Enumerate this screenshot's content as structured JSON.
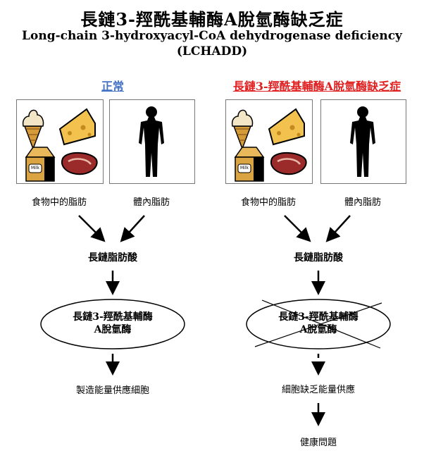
{
  "title": {
    "zh": "長鏈3-羥酰基輔酶A脫氫酶缺乏症",
    "en_line1": "Long-chain 3-hydroxyacyl-CoA dehydrogenase deficiency",
    "en_line2": "(LCHADD)"
  },
  "normal": {
    "heading": "正常",
    "food_label": "食物中的脂肪",
    "body_label": "體內脂肪",
    "fatty_acid": "長鏈脂肪酸",
    "enzyme_line1": "長鏈3-羥酰基輔酶",
    "enzyme_line2": "A脫氫酶",
    "result": "製造能量供應細胞"
  },
  "disease": {
    "heading": "長鏈3-羥酰基輔酶A脫氫酶缺乏症",
    "food_label": "食物中的脂肪",
    "body_label": "體內脂肪",
    "fatty_acid": "長鏈脂肪酸",
    "enzyme_line1": "長鏈3-羥酰基輔酶",
    "enzyme_line2": "A脫氫酶",
    "result": "細胞缺乏能量供應",
    "outcome": "健康問題"
  },
  "icons": {
    "milk_label": "Milk"
  },
  "colors": {
    "normal_heading": "#4472C4",
    "disease_heading": "#E02020",
    "cheese": "#F2C14E",
    "meat": "#9B2B2B",
    "milk_carton": "#D9A441"
  }
}
